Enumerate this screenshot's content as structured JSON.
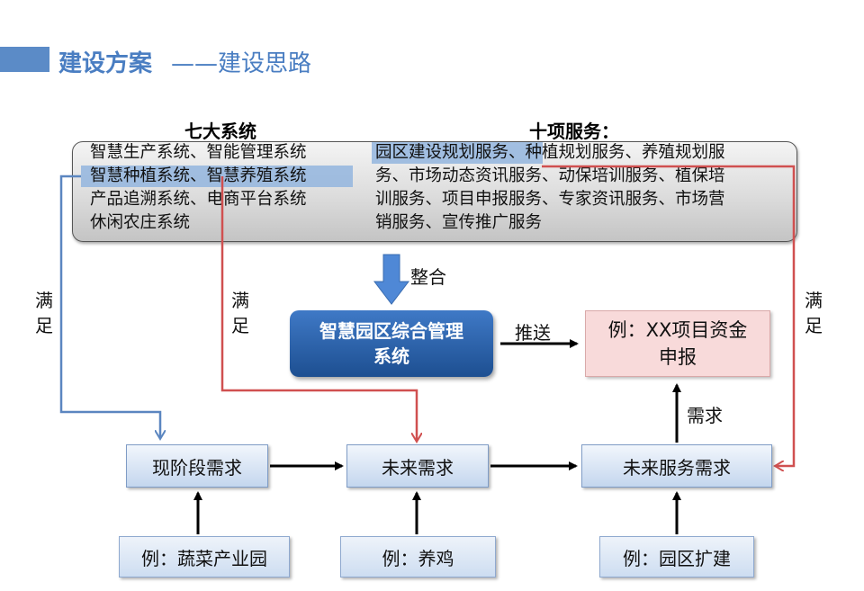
{
  "header": {
    "title_main": "建设方案",
    "title_sub": "——建设思路"
  },
  "systems": {
    "heading": "七大系统",
    "lines": [
      "智慧生产系统、智能管理系统",
      "智慧种植系统、智慧养殖系统",
      "产品追溯系统、电商平台系统",
      "休闲农庄系统"
    ]
  },
  "services": {
    "heading": "十项服务：",
    "lines": [
      "园区建设规划服务、种植规划服务、养殖规划服",
      "务、市场动态资讯服务、动保培训服务、植保培",
      "训服务、项目申报服务、专家资讯服务、市场营",
      "销服务、宣传推广服务"
    ]
  },
  "integrate_label": "整合",
  "central_system": {
    "line1": "智慧园区综合管理",
    "line2": "系统"
  },
  "push_label": "推送",
  "example_funding": {
    "line1": "例：XX项目资金",
    "line2": "申报"
  },
  "demand_label": "需求",
  "satisfy_label": {
    "char1": "满",
    "char2": "足"
  },
  "needs": {
    "current": "现阶段需求",
    "future": "未来需求",
    "future_service": "未来服务需求"
  },
  "examples": {
    "vegetable": "例：蔬菜产业园",
    "chicken": "例：养鸡",
    "expansion": "例：园区扩建"
  },
  "colors": {
    "title": "#4a7ec2",
    "blue_line": "#5b86c0",
    "red_line": "#d05050",
    "system_box": "#2a60a8",
    "highlight": "#93b5de",
    "pink_box": "#f8dada"
  }
}
